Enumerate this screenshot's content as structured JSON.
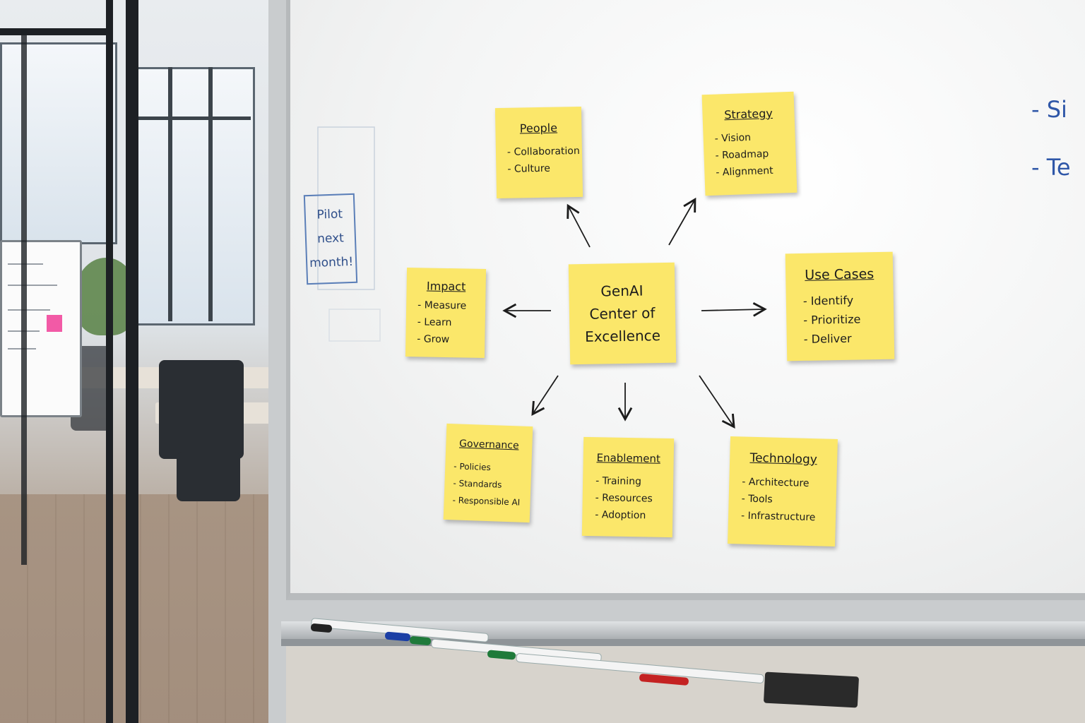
{
  "center": {
    "line1": "GenAI",
    "line2": "Center of",
    "line3": "Excellence"
  },
  "notes": [
    {
      "id": "people",
      "title": "People",
      "items": [
        "Collaboration",
        "Culture"
      ]
    },
    {
      "id": "strategy",
      "title": "Strategy",
      "items": [
        "Vision",
        "Roadmap",
        "Alignment"
      ]
    },
    {
      "id": "impact",
      "title": "Impact",
      "items": [
        "Measure",
        "Learn",
        "Grow"
      ]
    },
    {
      "id": "use-cases",
      "title": "Use Cases",
      "items": [
        "Identify",
        "Prioritize",
        "Deliver"
      ]
    },
    {
      "id": "governance",
      "title": "Governance",
      "items": [
        "Policies",
        "Standards",
        "Responsible AI"
      ]
    },
    {
      "id": "enablement",
      "title": "Enablement",
      "items": [
        "Training",
        "Resources",
        "Adoption"
      ]
    },
    {
      "id": "technology",
      "title": "Technology",
      "items": [
        "Architecture",
        "Tools",
        "Infrastructure"
      ]
    }
  ],
  "side_note": {
    "line1": "Pilot",
    "line2": "next",
    "line3": "month!"
  },
  "right_edge_text": {
    "line1": "- Si",
    "line2": "- Te"
  },
  "colors": {
    "sticky": "#fbe76a",
    "marker_blue": "#2f57a8",
    "marker_black": "#1c1c1c"
  }
}
